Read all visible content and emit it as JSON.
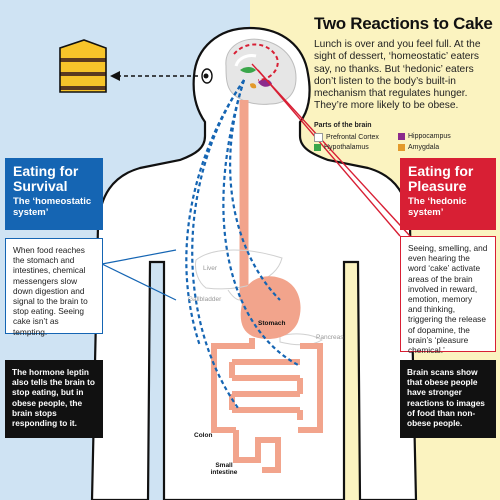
{
  "title": "Two Reactions to Cake",
  "intro": "Lunch is over and you feel full. At the sight of dessert, ‘homeostatic’ eaters say, no thanks. But ‘hedonic’ eaters don’t listen to the body’s built-in mechanism that regulates hunger. They’re more likely to be obese.",
  "legend": {
    "title": "Parts of the brain",
    "items": [
      {
        "label": "Prefrontal Cortex",
        "color": "#ffffff"
      },
      {
        "label": "Hippocampus",
        "color": "#8b2a8c"
      },
      {
        "label": "Hypothalamus",
        "color": "#3aa64a"
      },
      {
        "label": "Amygdala",
        "color": "#e39a2b"
      }
    ]
  },
  "survival": {
    "heading": "Eating for Survival",
    "subheading": "The ‘homeostatic system’",
    "color": "#1565b3",
    "text": "When food reaches the stomach and intestines, chemical messengers slow down digestion and signal to the brain to stop eating. Seeing cake isn’t as tempting.",
    "note": "The hormone leptin also tells the brain to stop eating, but in obese people, the brain stops responding to it."
  },
  "pleasure": {
    "heading": "Eating for Pleasure",
    "subheading": "The ‘hedonic system’",
    "color": "#d81f34",
    "text": "Seeing, smelling, and even hearing the word ‘cake’ activate areas of the brain involved in reward, emotion, memory and thinking, triggering the release of dopamine, the brain’s ‘pleasure chemical.’",
    "note": "Brain scans show that obese people have stronger reactions to images of food than non-obese people."
  },
  "organs": {
    "liver": "Liver",
    "gallbladder": "Gallbladder",
    "pancreas": "Pancreas",
    "stomach": "Stomach",
    "colon": "Colon",
    "small_intestine": "Small intestine"
  },
  "colors": {
    "blue_bg": "#cfe3f3",
    "yellow_bg": "#fbf3c0",
    "blue": "#1565b3",
    "red": "#d81f34",
    "gut": "#f2a48c"
  }
}
